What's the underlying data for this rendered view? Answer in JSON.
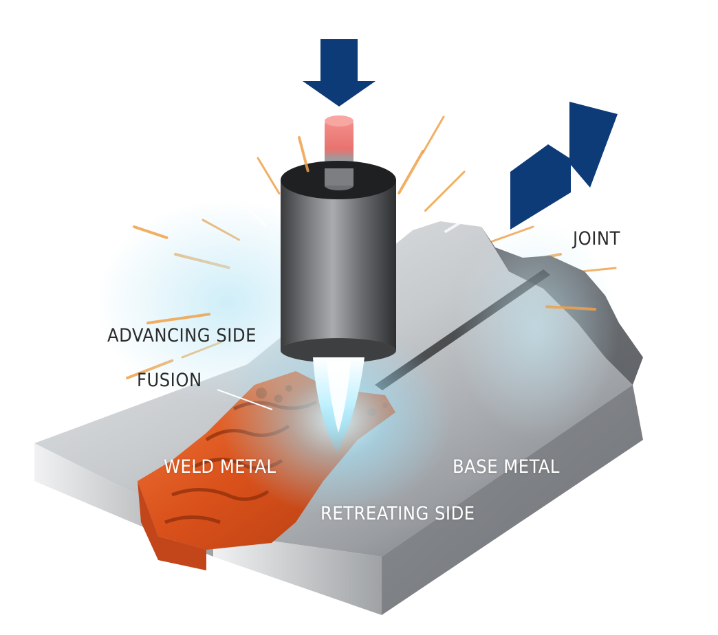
{
  "labels": {
    "joint": "JOINT",
    "advancing_side": "ADVANCING SIDE",
    "fusion": "FUSION",
    "weld_metal": "WELD METAL",
    "base_metal": "BASE METAL",
    "retreating_side": "RETREATING SIDE"
  },
  "colors": {
    "arrow": "#0d3b78",
    "weld": "#e0561c",
    "metal_light": "#d9dcdf",
    "metal_dark": "#5d6064",
    "tool": "#4a4b4e",
    "arc": "#a9e9ff",
    "spark": "#f0a24a"
  },
  "icons": {
    "down_arrow": "down-force-arrow-icon",
    "travel_arrow": "travel-direction-arrow-icon"
  }
}
